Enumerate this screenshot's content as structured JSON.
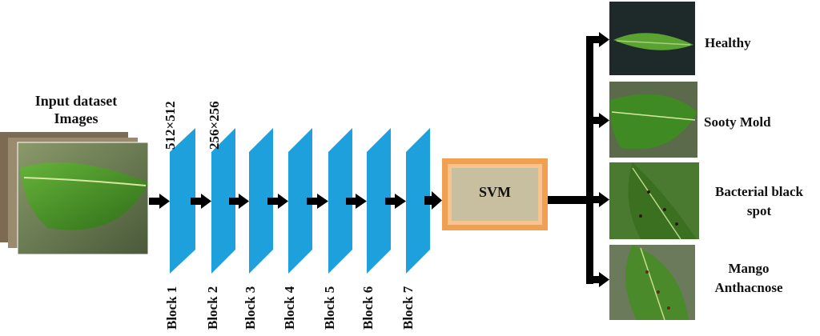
{
  "input": {
    "line1": "Input dataset",
    "line2": "Images"
  },
  "sizes": [
    "512×512",
    "256×256"
  ],
  "blocks": [
    "Block 1",
    "Block 2",
    "Block 3",
    "Block 4",
    "Block 5",
    "Block 6",
    "Block 7"
  ],
  "classifier": {
    "label": "SVM"
  },
  "outputs": [
    {
      "line1": "Healthy",
      "line2": ""
    },
    {
      "line1": "Sooty Mold",
      "line2": ""
    },
    {
      "line1": "Bacterial black",
      "line2": "spot"
    },
    {
      "line1": "Mango",
      "line2": "Anthacnose"
    }
  ],
  "colors": {
    "block": "#1ea0dc",
    "arrow": "#000000",
    "svm_border": "#f0a050",
    "svm_fill": "#c8bea0",
    "leaf": "#3f8a22",
    "leaf_dark": "#1e4d12"
  }
}
